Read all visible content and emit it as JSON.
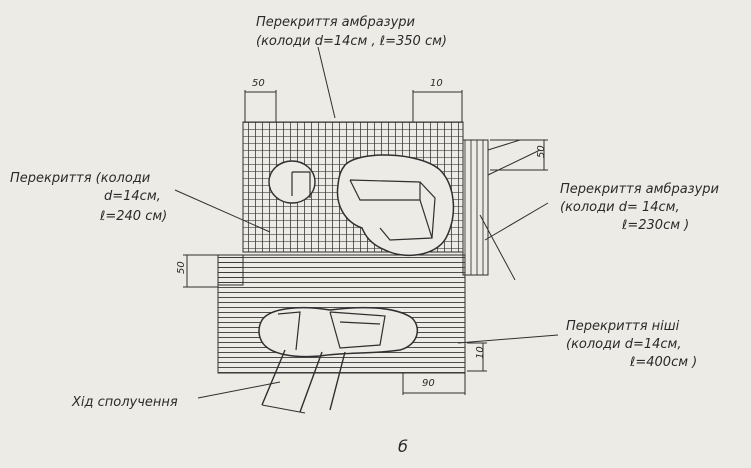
{
  "labels": {
    "top_title": "Перекриття амбразури",
    "top_sub": "(колоди d=14см , ℓ=350 см)",
    "left_title": "Перекриття (колоди",
    "left_sub1": "d=14см,",
    "left_sub2": "ℓ=240 см)",
    "right_title": "Перекриття амбразури",
    "right_sub1": "(колоди   d= 14см,",
    "right_sub2": "ℓ=230см )",
    "niche_title": "Перекриття ніші",
    "niche_sub1": "(колоди d=14см,",
    "niche_sub2": "ℓ=400см )",
    "bottom_label": "Хід сполучення",
    "caption": "б"
  },
  "dimensions": {
    "top_left": "50",
    "top_right": "10",
    "right_top": "50",
    "left_mid": "50",
    "bottom_right_h": "90",
    "bottom_right_v": "10"
  },
  "colors": {
    "ink": "#2f2f2f",
    "paper": "#ecebe6"
  }
}
